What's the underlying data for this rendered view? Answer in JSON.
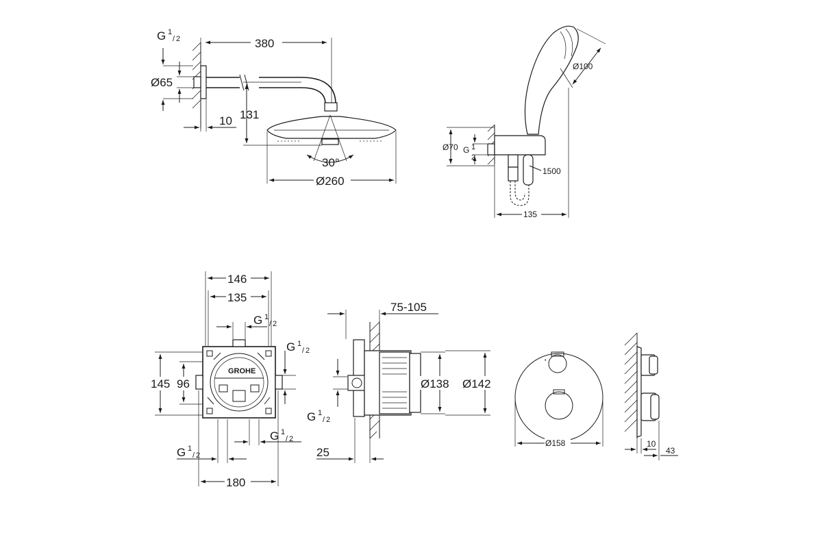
{
  "shower_head_view": {
    "thread_label": "G",
    "thread_frac_num": "1",
    "thread_frac_den": "2",
    "arm_length": "380",
    "flange_diameter": "Ø65",
    "flange_depth": "10",
    "drop_height": "131",
    "spray_angle": "30°",
    "head_diameter": "Ø260"
  },
  "hand_shower_view": {
    "head_diameter": "Ø100",
    "elbow_diameter": "Ø70",
    "thread_label": "G",
    "thread_frac_num": "1",
    "thread_frac_den": "2",
    "hose_length": "1500",
    "projection": "135"
  },
  "rough_in_front_view": {
    "width_outer": "146",
    "width_inner": "135",
    "top_thread_label": "G",
    "right_thread_label": "G",
    "bottom_right_thread_label": "G",
    "bottom_left_thread_label": "G",
    "thread_frac_num": "1",
    "thread_frac_den": "2",
    "height_outer": "145",
    "height_inner": "96",
    "total_width": "180",
    "brand": "GROHE"
  },
  "rough_in_side_view": {
    "install_depth": "75-105",
    "bore_diameter": "Ø138",
    "outer_diameter": "Ø142",
    "thread_label": "G",
    "thread_frac_num": "1",
    "thread_frac_den": "2",
    "wall_offset": "25"
  },
  "trim_view": {
    "plate_diameter": "Ø158",
    "wall_gap": "10",
    "knob_projection": "43"
  }
}
